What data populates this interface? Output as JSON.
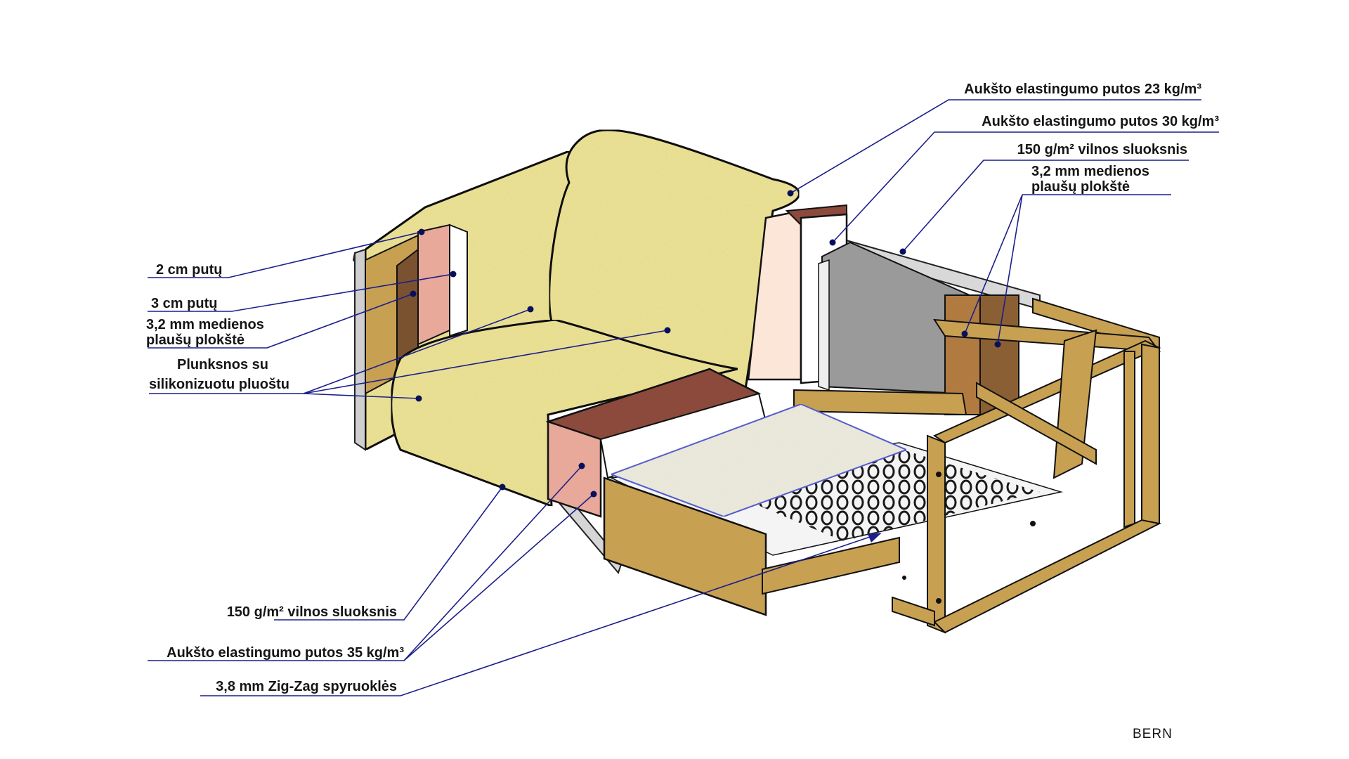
{
  "labels": {
    "foam_23": "Aukšto elastingumo putos 23 kg/m³",
    "foam_30": "Aukšto elastingumo putos 30 kg/m³",
    "wool_right": "150 g/m² vilnos sluoksnis",
    "fibreboard_right_1": "3,2 mm medienos",
    "fibreboard_right_2": "plaušų plokštė",
    "foam_2cm": "2 cm putų",
    "foam_3cm": "3 cm putų",
    "fibreboard_left_1": "3,2 mm medienos",
    "fibreboard_left_2": "plaušų plokštė",
    "feathers_1": "Plunksnos su",
    "feathers_2": "silikonizuotu pluoštu",
    "wool_bottom": "150 g/m² vilnos sluoksnis",
    "foam_35": "Aukšto elastingumo putos 35 kg/m³",
    "springs": "3,8 mm Zig-Zag spyruoklės"
  },
  "brand": "BERN",
  "colors": {
    "leader": "#1b1f8a",
    "dot": "#0a0f5c",
    "cushion": "#efe597",
    "wood": "#c7a052",
    "wood_dark": "#8a6a34",
    "fibreboard": "#7a5230",
    "foam_pink": "#e8a89a",
    "foam_brown": "#8b4a3c",
    "wool": "#efeee0",
    "felt": "#9a9a9a",
    "spring": "#1a1a1a"
  }
}
